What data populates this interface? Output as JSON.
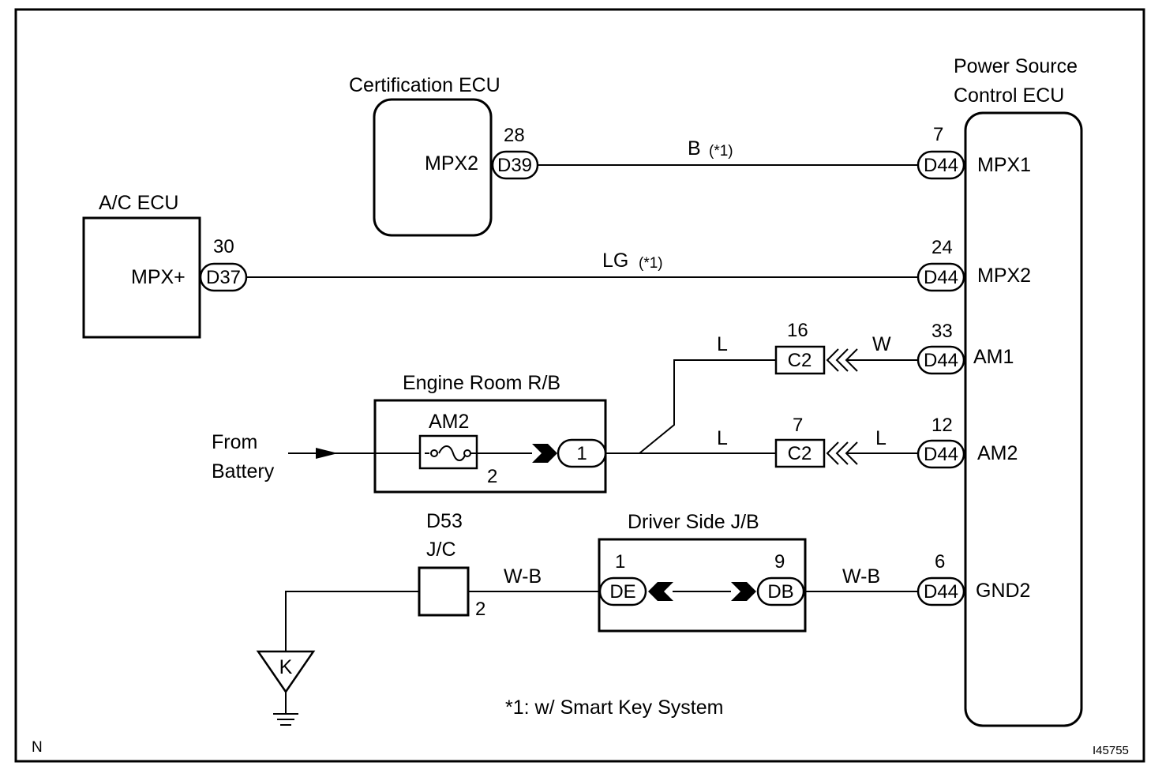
{
  "components": {
    "certification_ecu": {
      "title": "Certification ECU",
      "terminal": "MPX2",
      "connector": "D39",
      "pin": "28"
    },
    "ac_ecu": {
      "title": "A/C ECU",
      "terminal": "MPX+",
      "connector": "D37",
      "pin": "30"
    },
    "power_source_ecu": {
      "title_line1": "Power Source",
      "title_line2": "Control ECU",
      "terminals": [
        {
          "name": "MPX1",
          "connector": "D44",
          "pin": "7"
        },
        {
          "name": "MPX2",
          "connector": "D44",
          "pin": "24"
        },
        {
          "name": "AM1",
          "connector": "D44",
          "pin": "33"
        },
        {
          "name": "AM2",
          "connector": "D44",
          "pin": "12"
        },
        {
          "name": "GND2",
          "connector": "D44",
          "pin": "6"
        }
      ]
    },
    "engine_room_rb": {
      "title": "Engine Room R/B",
      "fuse": "AM2",
      "fuse_pin": "2",
      "connector_pin": "1"
    },
    "c2_upper": {
      "connector": "C2",
      "pin": "16"
    },
    "c2_lower": {
      "connector": "C2",
      "pin": "7"
    },
    "driver_side_jb": {
      "title": "Driver Side J/B",
      "left_connector": "DE",
      "left_pin": "1",
      "right_connector": "DB",
      "right_pin": "9"
    },
    "junction_connector": {
      "line1": "D53",
      "line2": "J/C",
      "pin": "2"
    },
    "ground": {
      "label": "K"
    },
    "from_battery": {
      "line1": "From",
      "line2": "Battery"
    }
  },
  "wires": {
    "mpx1_color": "B",
    "mpx1_note": "(*1)",
    "mpx2_color": "LG",
    "mpx2_note": "(*1)",
    "am1_left_color": "L",
    "am1_right_color": "W",
    "am2_left_color": "L",
    "am2_right_color": "L",
    "gnd_left_color": "W-B",
    "gnd_right_color": "W-B"
  },
  "footnote": "*1: w/ Smart Key System",
  "corner_left": "N",
  "figure_id": "I45755"
}
